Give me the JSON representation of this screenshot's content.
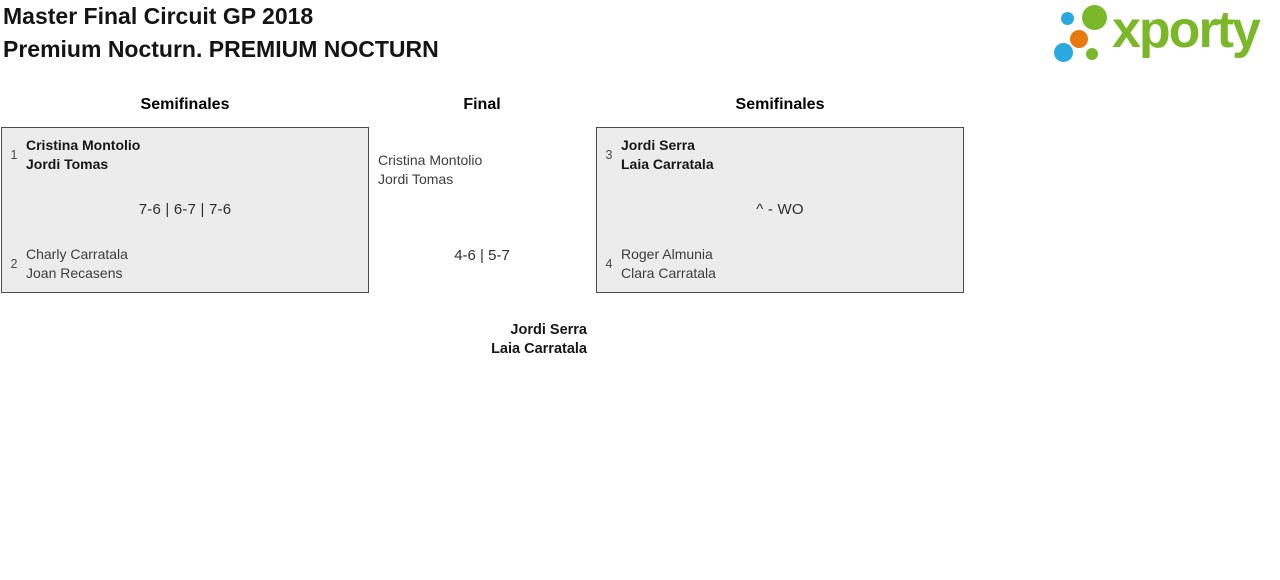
{
  "colors": {
    "logo-green": "#7ab829",
    "logo-blue": "#29a9e0",
    "logo-orange": "#e8790f",
    "box-bg": "#ececec",
    "box-border": "#4b4b4d",
    "text-strong": "#171717",
    "text-regular": "#3d3d3d",
    "seed-color": "#4a4a4a"
  },
  "header": {
    "title_line1": "Master Final Circuit GP 2018",
    "title_line2": "Premium Nocturn. PREMIUM NOCTURN"
  },
  "logo": {
    "text": "xporty"
  },
  "bracket": {
    "rounds": [
      {
        "label": "Semifinales"
      },
      {
        "label": "Final"
      },
      {
        "label": "Semifinales"
      }
    ],
    "semifinal_left": {
      "team1": {
        "seed": "1",
        "players": [
          "Cristina Montolio",
          "Jordi Tomas"
        ]
      },
      "score": "7-6 | 6-7 | 7-6",
      "team2": {
        "seed": "2",
        "players": [
          "Charly Carratala",
          "Joan Recasens"
        ]
      }
    },
    "final": {
      "team": {
        "players": [
          "Cristina Montolio",
          "Jordi Tomas"
        ]
      },
      "score": "4-6 | 5-7",
      "winner": {
        "players": [
          "Jordi Serra",
          "Laia Carratala"
        ]
      }
    },
    "semifinal_right": {
      "team1": {
        "seed": "3",
        "players": [
          "Jordi Serra",
          "Laia Carratala"
        ]
      },
      "score": "^ - WO",
      "team2": {
        "seed": "4",
        "players": [
          "Roger Almunia",
          "Clara Carratala"
        ]
      }
    }
  }
}
